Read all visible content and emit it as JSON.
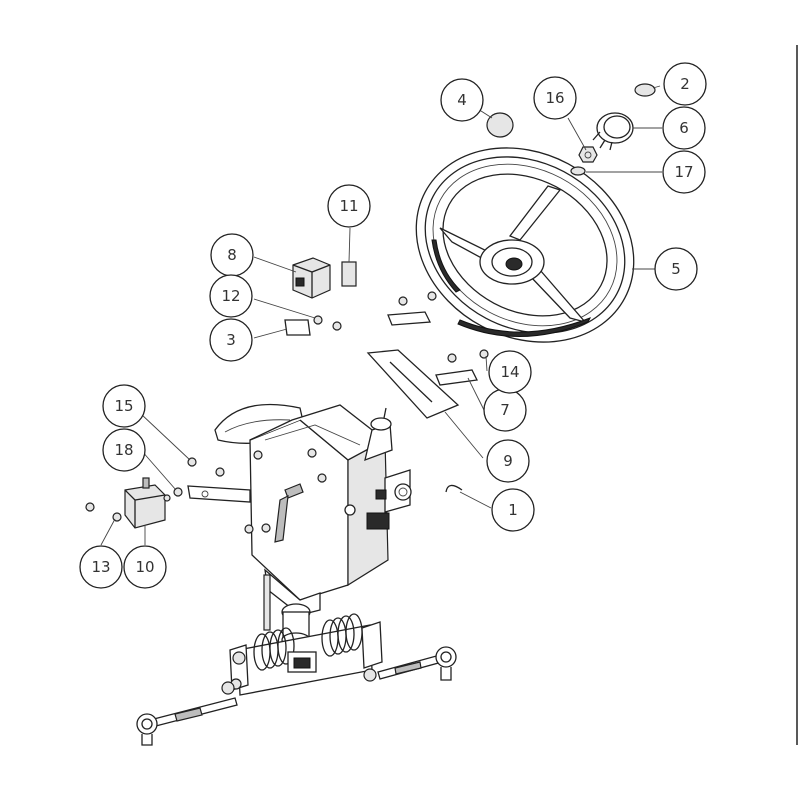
{
  "diagram": {
    "callouts": [
      {
        "id": "c1",
        "label": "1"
      },
      {
        "id": "c2",
        "label": "2"
      },
      {
        "id": "c3",
        "label": "3"
      },
      {
        "id": "c4",
        "label": "4"
      },
      {
        "id": "c5",
        "label": "5"
      },
      {
        "id": "c6",
        "label": "6"
      },
      {
        "id": "c7",
        "label": "7"
      },
      {
        "id": "c8",
        "label": "8"
      },
      {
        "id": "c9",
        "label": "9"
      },
      {
        "id": "c10",
        "label": "10"
      },
      {
        "id": "c11",
        "label": "11"
      },
      {
        "id": "c12",
        "label": "12"
      },
      {
        "id": "c13",
        "label": "13"
      },
      {
        "id": "c14",
        "label": "14"
      },
      {
        "id": "c15",
        "label": "15"
      },
      {
        "id": "c16",
        "label": "16"
      },
      {
        "id": "c17",
        "label": "17"
      },
      {
        "id": "c18",
        "label": "18"
      }
    ]
  }
}
